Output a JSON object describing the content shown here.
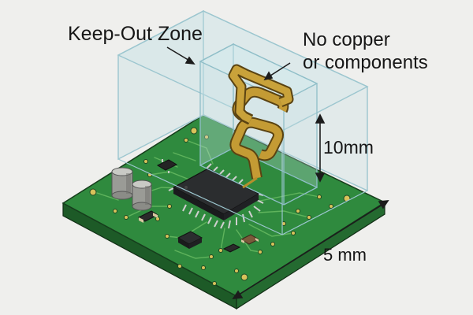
{
  "labels": {
    "keep_out_zone": "Keep-Out Zone",
    "no_copper_line1": "No copper",
    "no_copper_line2": "or components",
    "height_dim": "10mm",
    "width_dim": "5 mm"
  },
  "colors": {
    "background": "#efefed",
    "pcb_top": "#2f8a3e",
    "pcb_side": "#1d5a27",
    "trace": "#5fb35c",
    "keepout_fill": "#b8dbe0",
    "keepout_edge": "#9cc6cf",
    "antenna": "#b58f2c",
    "chip": "#2b2d2f",
    "via": "#d8c25a",
    "capacitor": "#a9aaa5"
  },
  "icons": {
    "antenna": "meander-antenna-icon",
    "chip": "qfp-chip-icon",
    "capacitor": "electrolytic-capacitor-icon"
  }
}
